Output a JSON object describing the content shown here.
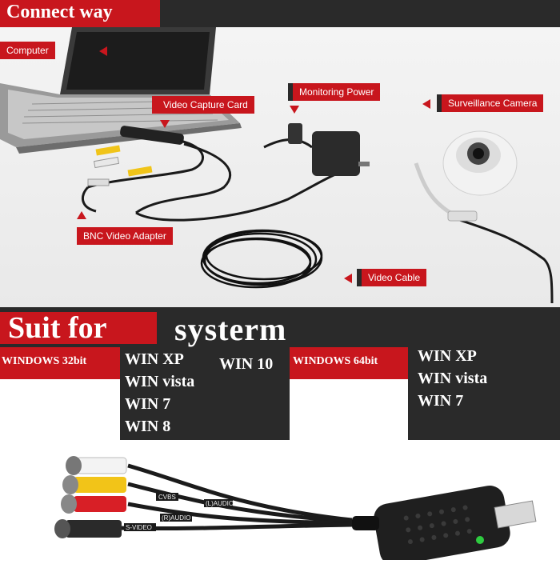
{
  "header": {
    "title": "Connect way"
  },
  "callouts": {
    "computer": "Computer",
    "capture_card": "Video Capture Card",
    "monitoring_power": "Monitoring Power",
    "camera": "Surveillance Camera",
    "bnc": "BNC Video Adapter",
    "cable": "Video Cable"
  },
  "suit": {
    "label": "Suit for",
    "system": "systerm"
  },
  "os32": {
    "label": "WINDOWS  32bit",
    "items": [
      "WIN XP",
      "WIN vista",
      "WIN 7",
      "WIN 8",
      "WIN 10"
    ]
  },
  "os64": {
    "label": "WINDOWS  64bit",
    "items": [
      "WIN XP",
      "WIN vista",
      "WIN 7"
    ]
  },
  "product": {
    "port_labels": [
      "CVBS",
      "(L)AUDIO",
      "(R)AUDIO",
      "S-VIDEO"
    ]
  },
  "colors": {
    "accent": "#c8161d",
    "dark": "#2a2a2a"
  }
}
